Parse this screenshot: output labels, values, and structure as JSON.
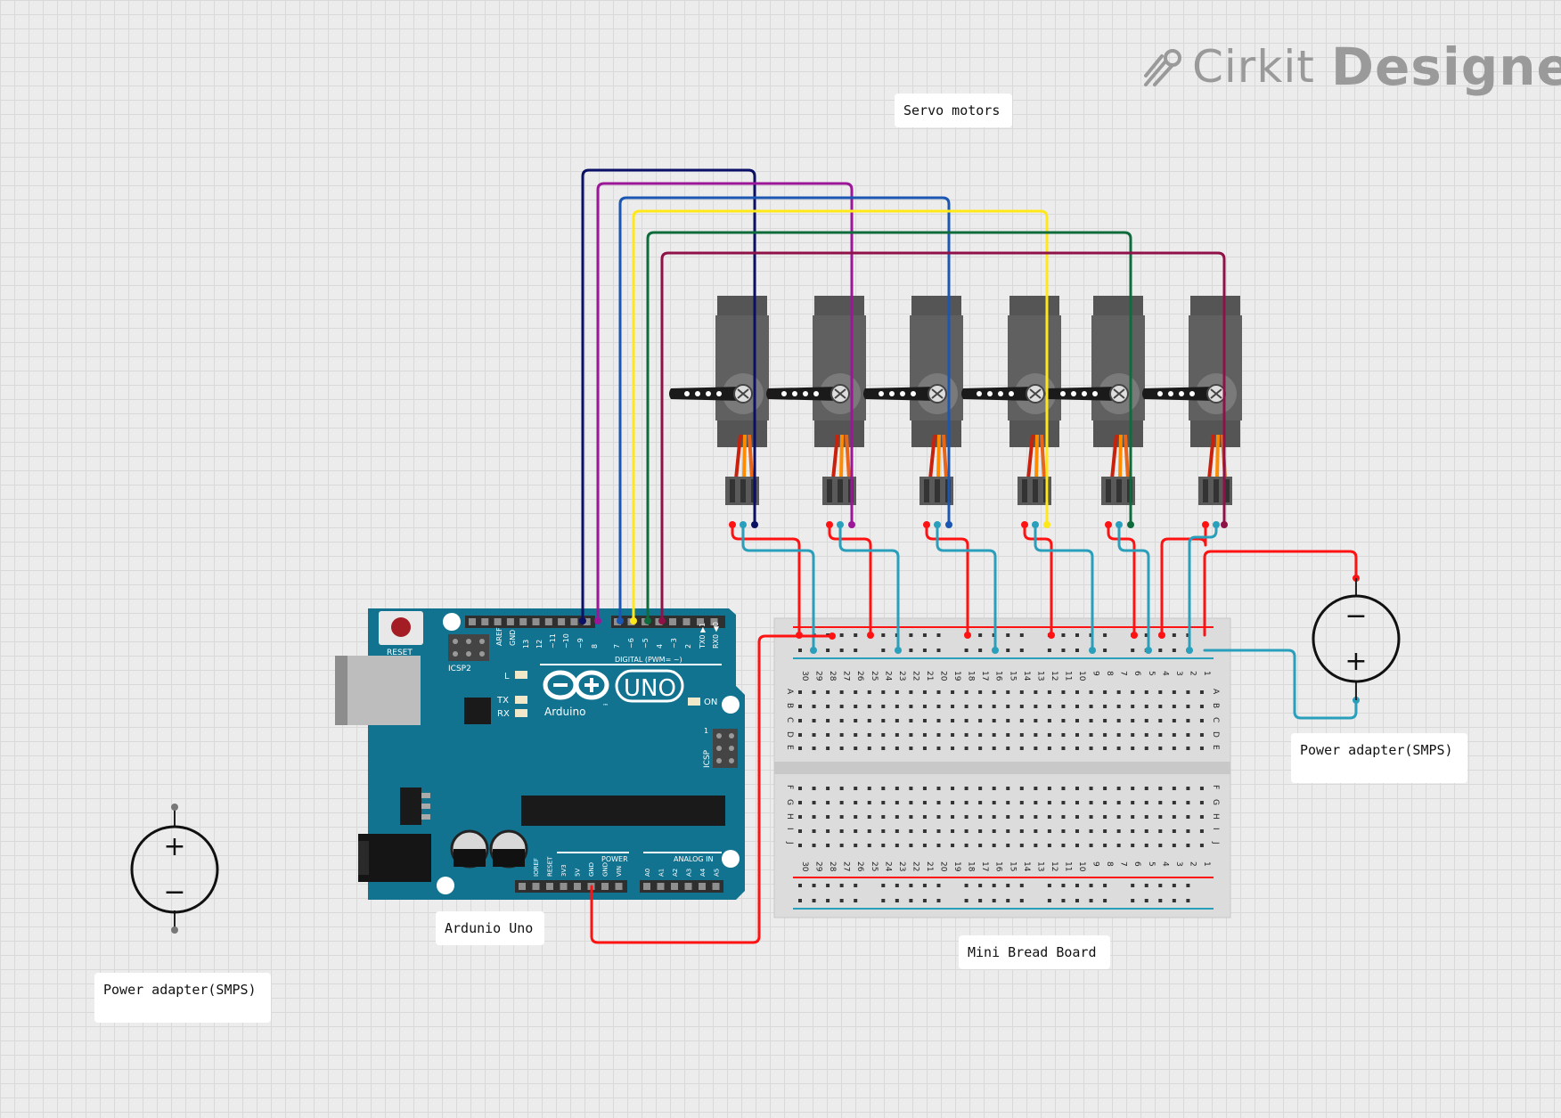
{
  "brand": {
    "name": "Cirkit",
    "product": "Designer",
    "logo_icon": "cirkit-logo-icon",
    "color": "#9a9a9a"
  },
  "labels": {
    "servo_motors": "Servo motors",
    "arduino": "Ardunio Uno",
    "breadboard": "Mini Bread Board",
    "power_left": "Power adapter(SMPS)",
    "power_right": "Power adapter(SMPS)"
  },
  "arduino": {
    "reset": "RESET",
    "icsp2": "ICSP2",
    "icsp": "ICSP",
    "aref": "AREF",
    "gnd": "GND",
    "led_l": "L",
    "tx": "TX",
    "rx": "RX",
    "on": "ON",
    "digital": "DIGITAL (PWM= ~)",
    "model": "UNO",
    "maker": "Arduino",
    "tm": "™",
    "power_header": "POWER",
    "analog_header": "ANALOG IN",
    "digital_pins": [
      "13",
      "12",
      "~11",
      "~10",
      "~9",
      "8",
      "7",
      "~6",
      "~5",
      "4",
      "~3",
      "2",
      "TX0 ▶1",
      "RX0 ◀0"
    ],
    "power_pins": [
      "IOREF",
      "RESET",
      "3V3",
      "5V",
      "GND",
      "GND",
      "VIN"
    ],
    "analog_pins": [
      "A0",
      "A1",
      "A2",
      "A3",
      "A4",
      "A5"
    ],
    "icsp_one": "1",
    "board_color": "#127390"
  },
  "breadboard": {
    "columns": [
      "30",
      "29",
      "28",
      "27",
      "26",
      "25",
      "24",
      "23",
      "22",
      "21",
      "20",
      "19",
      "18",
      "17",
      "16",
      "15",
      "14",
      "13",
      "12",
      "11",
      "10",
      "9",
      "8",
      "7",
      "6",
      "5",
      "4",
      "3",
      "2",
      "1"
    ],
    "rows_top": [
      "A",
      "B",
      "C",
      "D",
      "E"
    ],
    "rows_bottom": [
      "F",
      "G",
      "H",
      "I",
      "J"
    ]
  },
  "power_supply": {
    "plus": "+",
    "minus": "−"
  },
  "servo_count": 6,
  "wire_colors": {
    "navy": "#0a1066",
    "purple": "#9b1798",
    "blue": "#1b56b3",
    "yellow": "#ffe81a",
    "green": "#0e6b3c",
    "maroon": "#8e1247",
    "red": "#ff1212",
    "cyan": "#2a9fbc"
  }
}
